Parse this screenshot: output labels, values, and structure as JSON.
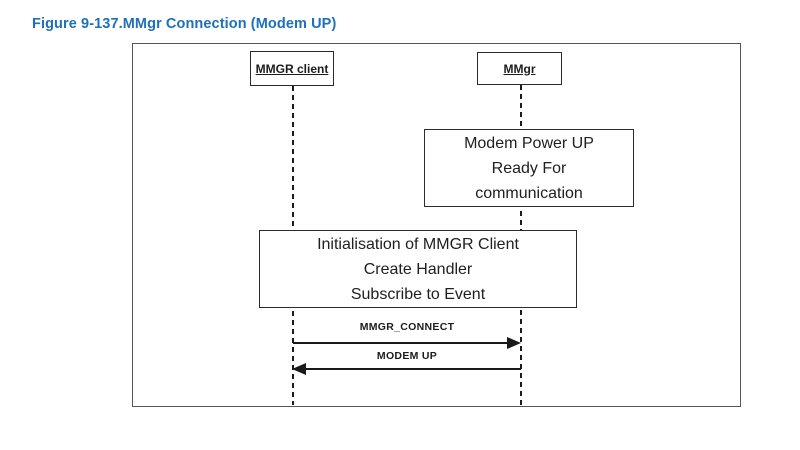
{
  "figure": {
    "caption": "Figure 9-137.MMgr Connection (Modem UP)",
    "caption_color": "#1e70b8"
  },
  "diagram": {
    "type": "sequence-diagram",
    "line_color": "#1b1b1d",
    "frame_border_color": "#55565a",
    "actors": [
      {
        "id": "mmgr-client",
        "label": "MMGR client"
      },
      {
        "id": "mmgr",
        "label": "MMgr"
      }
    ],
    "notes": [
      {
        "over": "mmgr",
        "lines": [
          "Modem Power UP",
          "Ready For",
          "communication"
        ]
      },
      {
        "over": "mmgr-client and mmgr",
        "lines": [
          "Initialisation of MMGR Client",
          "Create Handler",
          "Subscribe to Event"
        ]
      }
    ],
    "messages": [
      {
        "from": "mmgr-client",
        "to": "mmgr",
        "label": "MMGR_CONNECT",
        "direction": "right"
      },
      {
        "from": "mmgr",
        "to": "mmgr-client",
        "label": "MODEM UP",
        "direction": "left"
      }
    ]
  }
}
